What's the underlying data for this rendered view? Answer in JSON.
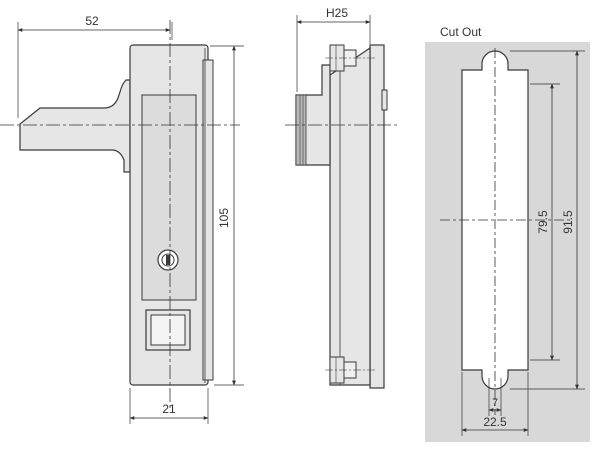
{
  "colors": {
    "background": "#ffffff",
    "part_fill": "#e6e6e6",
    "part_stroke": "#3a3a3a",
    "cutout_panel": "#d8d8d8",
    "dim_line": "#333333"
  },
  "front_view": {
    "dim_overall_width": "52",
    "dim_height": "105",
    "dim_body_width": "21"
  },
  "side_view": {
    "dim_depth": "H25"
  },
  "cutout_view": {
    "title": "Cut Out",
    "dim_slot_height": "79.5",
    "dim_total_height": "91.5",
    "dim_notch_width": "7",
    "dim_width": "22.5"
  }
}
